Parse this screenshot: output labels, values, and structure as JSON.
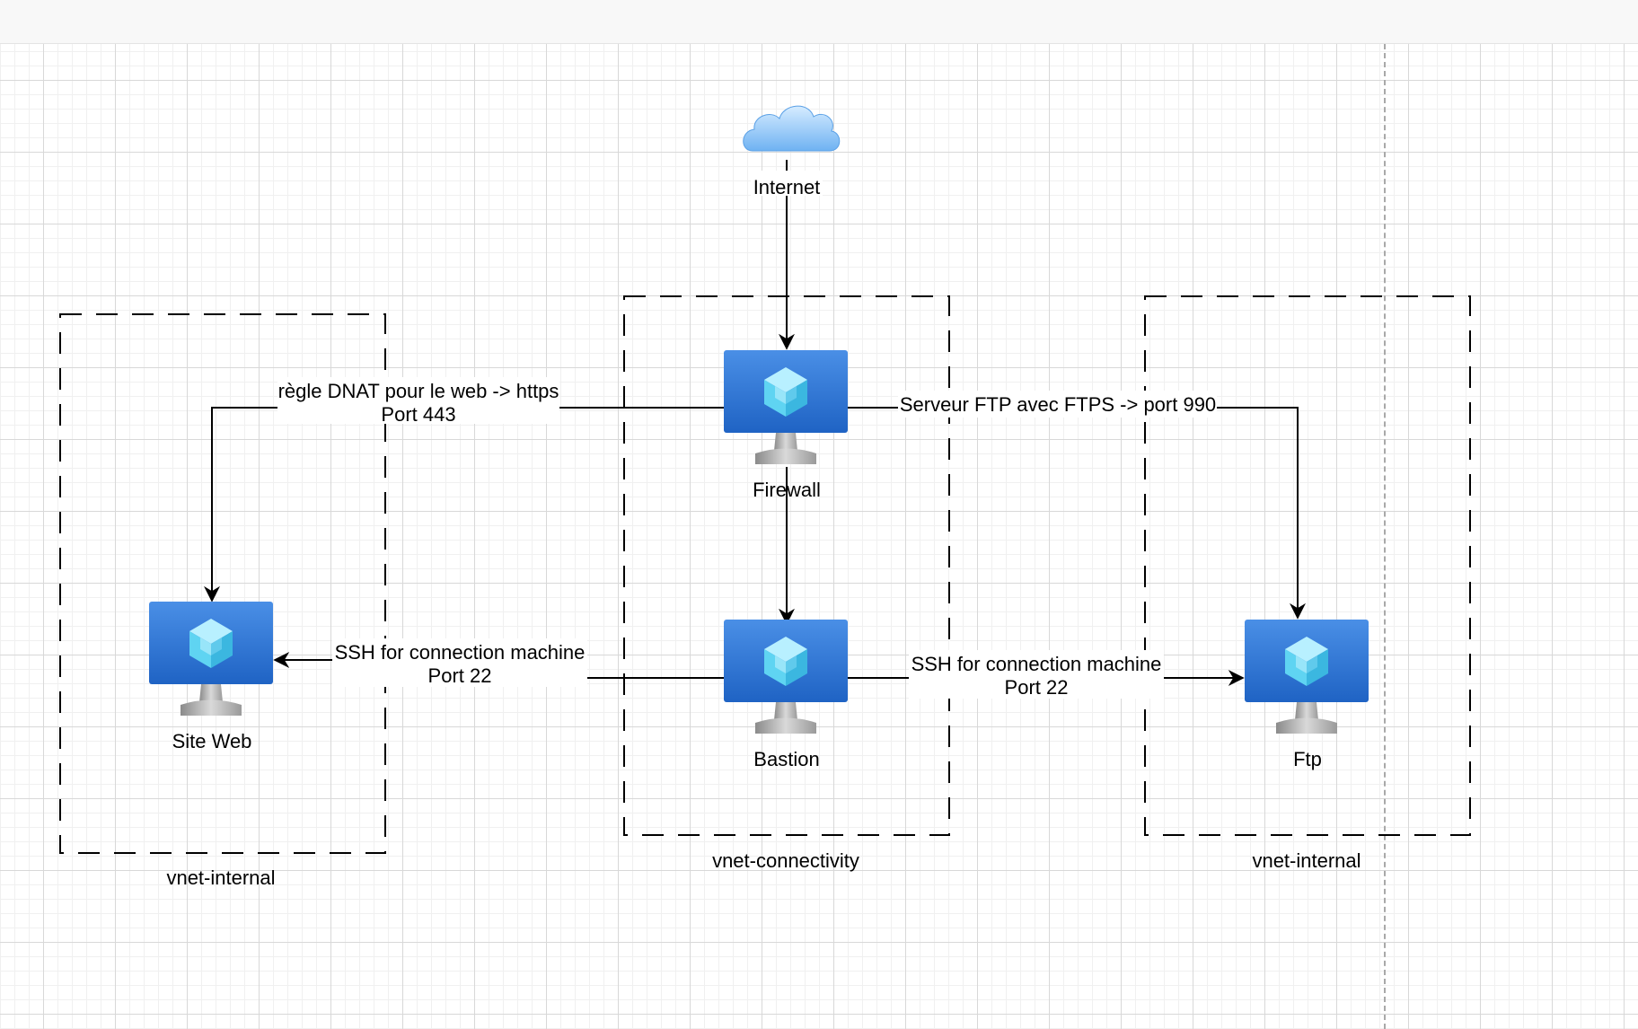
{
  "colors": {
    "canvas_background": "#ffffff",
    "grid_line": "#d8d8d8",
    "vm_blue_top": "#4a8fe6",
    "vm_blue_bottom": "#1f63c4",
    "cube_cyan": "#5fd4f2",
    "cloud_blue": "#8cc3f5",
    "line": "#000000"
  },
  "nodes": {
    "internet": {
      "label": "Internet",
      "icon": "cloud-icon"
    },
    "firewall": {
      "label": "Firewall",
      "icon": "virtual-machine-icon"
    },
    "bastion": {
      "label": "Bastion",
      "icon": "virtual-machine-icon"
    },
    "site_web": {
      "label": "Site Web",
      "icon": "virtual-machine-icon"
    },
    "ftp": {
      "label": "Ftp",
      "icon": "virtual-machine-icon"
    }
  },
  "groups": {
    "left": {
      "label": "vnet-internal"
    },
    "center": {
      "label": "vnet-connectivity"
    },
    "right": {
      "label": "vnet-internal"
    }
  },
  "edges": {
    "internet_to_firewall": {
      "line1": "",
      "line2": ""
    },
    "firewall_to_site_web": {
      "line1": "règle DNAT pour le web -> https",
      "line2": "Port 443"
    },
    "firewall_to_ftp": {
      "line1": "Serveur FTP avec FTPS -> port 990",
      "line2": ""
    },
    "firewall_to_bastion": {
      "line1": "",
      "line2": ""
    },
    "bastion_to_site_web": {
      "line1": "SSH for connection machine",
      "line2": "Port 22"
    },
    "bastion_to_ftp": {
      "line1": "SSH for connection machine",
      "line2": "Port 22"
    }
  }
}
